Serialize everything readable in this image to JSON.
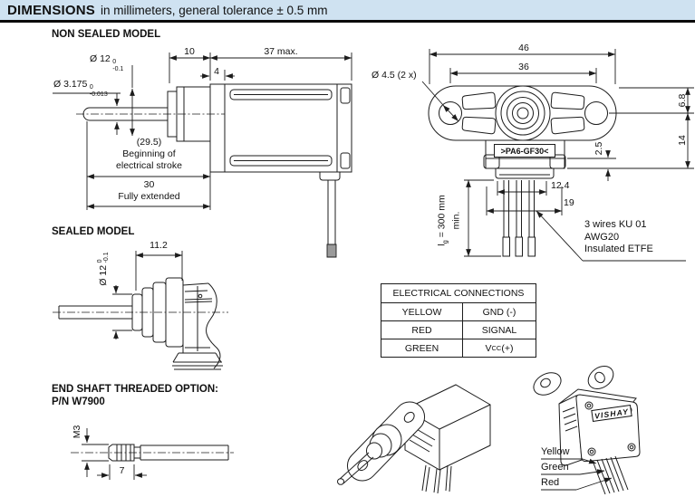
{
  "header": {
    "title": "DIMENSIONS",
    "subtitle": "in millimeters, general tolerance ± 0.5 mm"
  },
  "non_sealed": {
    "heading": "NON SEALED MODEL",
    "dia_bushing": {
      "label": "Ø 12",
      "tol_top": "0",
      "tol_bot": "-0.1"
    },
    "dia_shaft": {
      "label": "Ø 3.175",
      "tol_top": "0",
      "tol_bot": "-0.013"
    },
    "dim_10": "10",
    "dim_37": "37 max.",
    "dim_4": "4",
    "stroke_note_line1": "(29.5)",
    "stroke_note_line2": "Beginning of",
    "stroke_note_line3": "electrical stroke",
    "dim_30": "30",
    "extended_note": "Fully extended"
  },
  "front_view": {
    "dim_46": "46",
    "dim_36": "36",
    "dia_holes": "Ø 4.5 (2 x)",
    "dim_68": "6.8",
    "dim_14": "14",
    "dim_25": "2.5",
    "dim_124": "12.4",
    "dim_19": "19",
    "material_label": ">PA6-GF30<",
    "wire_length": {
      "prefix": "l",
      "sub": "g",
      "rest": " = 300 mm",
      "line2": "min."
    },
    "wire_note_line1": "3 wires KU 01",
    "wire_note_line2": "AWG20",
    "wire_note_line3": "Insulated ETFE"
  },
  "sealed": {
    "heading": "SEALED MODEL",
    "dim_112": "11.2",
    "dia": {
      "label": "Ø 12",
      "tol_top": "0",
      "tol_bot": "-0.1"
    }
  },
  "connections_table": {
    "title": "ELECTRICAL CONNECTIONS",
    "rows": [
      {
        "color": "YELLOW",
        "signal": "GND (-)"
      },
      {
        "color": "RED",
        "signal": "SIGNAL"
      },
      {
        "color": "GREEN"
      }
    ],
    "vcc": {
      "prefix": "V",
      "sub": "CC",
      "suffix": " (+)"
    }
  },
  "end_shaft": {
    "heading_line1": "END SHAFT THREADED OPTION:",
    "heading_line2": "P/N W7900",
    "dim_m3": "M3",
    "dim_7": "7"
  },
  "iso": {
    "brand": "VISHAY",
    "wire_labels": [
      "Yellow",
      "Green",
      "Red"
    ]
  },
  "colors": {
    "header_band": "#cfe2f1",
    "line": "#1c1c1c",
    "wire_tip_gray": "#9a9a9a"
  }
}
